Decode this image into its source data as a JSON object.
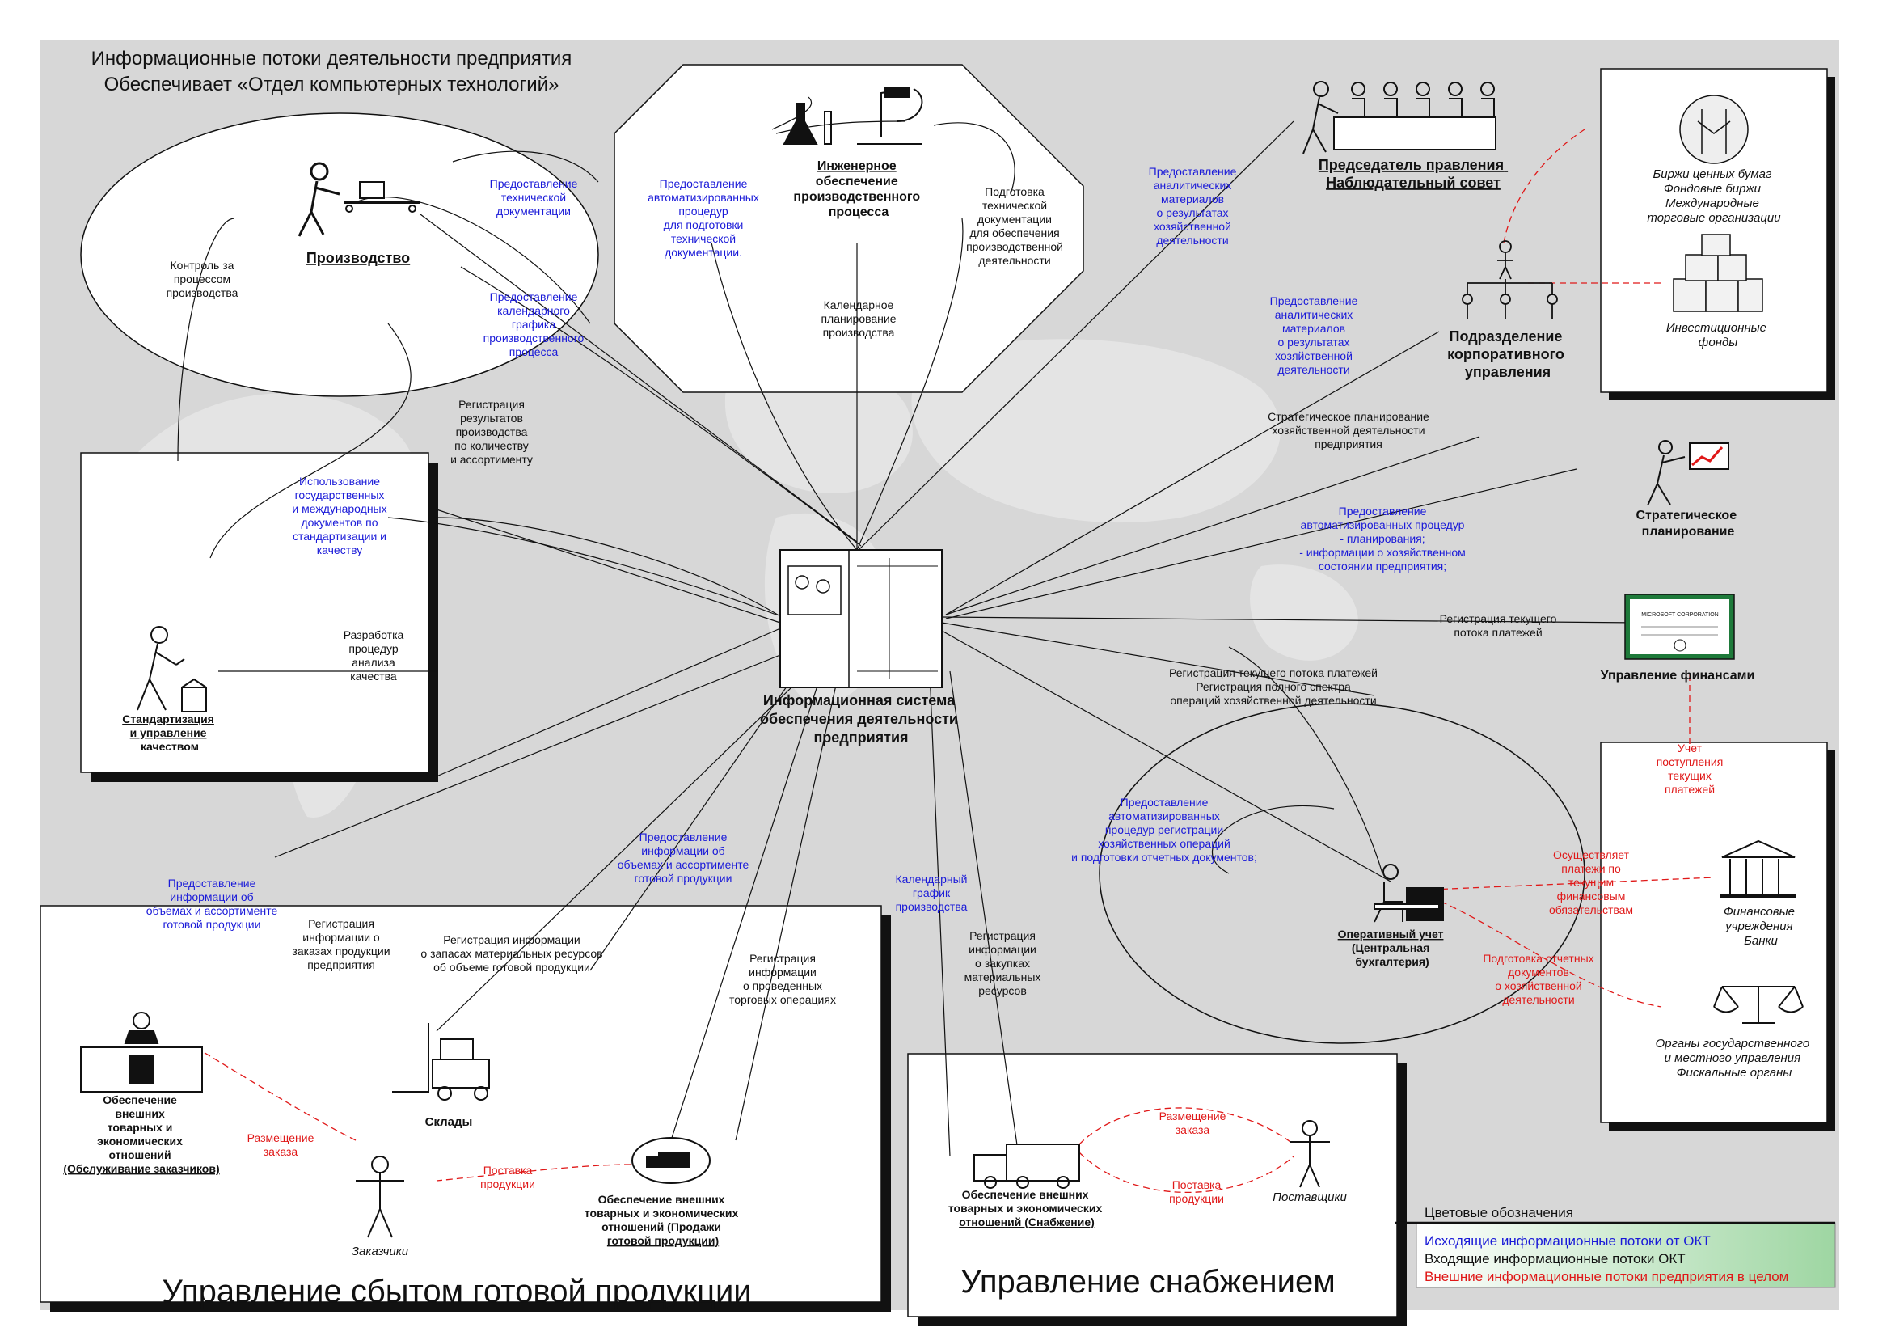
{
  "header": {
    "line1": "Информационные потоки деятельности предприятия",
    "line2": "Обеспечивает «Отдел компьютерных технологий»"
  },
  "colors": {
    "outgoing": "#1a1ad8",
    "incoming": "#111111",
    "external": "#e01818",
    "background": "#d9d9d9",
    "panel": "#ffffff"
  },
  "center": {
    "label": [
      "Информационная система",
      "обеспечения деятельности",
      "предприятия"
    ]
  },
  "nodes": {
    "production": "Производство",
    "engineering": [
      "Инженерное",
      "обеспечение",
      "производственного",
      "процесса"
    ],
    "chairman": [
      "Председатель правления",
      "Наблюдательный совет"
    ],
    "corporate": [
      "Подразделение",
      "корпоративного",
      "управления"
    ],
    "strategic": [
      "Стратегическое",
      "планирование"
    ],
    "finance": "Управление финансами",
    "accounting": [
      "Оперативный учет",
      "(Центральная",
      "бухгалтерия)"
    ],
    "standards": [
      "Стандартизация",
      "и управление",
      "качеством"
    ],
    "customer_service": [
      "Обеспечение",
      "внешних",
      "товарных и",
      "экономических",
      "отношений",
      "(Обслуживание заказчиков)"
    ],
    "warehouses": "Склады",
    "sales_support": [
      "Обеспечение внешних",
      "товарных и экономических",
      "отношений (Продажи",
      "готовой продукции)"
    ],
    "customers": "Заказчики",
    "supply_support": [
      "Обеспечение внешних",
      "товарных и экономических",
      "отношений (Снабжение)"
    ],
    "suppliers": "Поставщики",
    "stock_exchanges": [
      "Биржи ценных бумаг",
      "Фондовые биржи",
      "Международные",
      "торговые организации"
    ],
    "investment_funds": [
      "Инвестиционные",
      "фонды"
    ],
    "banks": [
      "Финансовые",
      "учреждения",
      "Банки"
    ],
    "state_bodies": [
      "Органы государственного",
      "и местного управления",
      "Фискальные органы"
    ],
    "certificate_text": "MICROSOFT CORPORATION"
  },
  "flows": {
    "prod_tech_docs": [
      "Предоставление",
      "технической",
      "документации"
    ],
    "prod_calendar": [
      "Предоставление",
      "календарного",
      "графика",
      "производственного",
      "процесса"
    ],
    "prod_control": [
      "Контроль за",
      "процессом",
      "производства"
    ],
    "prod_results": [
      "Регистрация",
      "результатов",
      "производства",
      "по количеству",
      "и ассортименту"
    ],
    "eng_automation": [
      "Предоставление",
      "автоматизированных",
      "процедур",
      "для подготовки",
      "технической",
      "документации."
    ],
    "eng_calendar": [
      "Календарное",
      "планирование",
      "производства"
    ],
    "eng_prep": [
      "Подготовка",
      "технической",
      "документации",
      "для обеспечения",
      "производственной",
      "деятельности"
    ],
    "chair_analytics": [
      "Предоставление",
      "аналитических",
      "материалов",
      "о результатах",
      "хозяйственной",
      "деятельности"
    ],
    "corp_analytics": [
      "Предоставление",
      "аналитических",
      "материалов",
      "о результатах",
      "хозяйственной",
      "деятельности"
    ],
    "strat_planning": [
      "Стратегическое планирование",
      "хозяйственной деятельности",
      "предприятия"
    ],
    "strat_automation": [
      "Предоставление",
      "автоматизированных процедур",
      "- планирования;",
      "-  информации о хозяйственном",
      "состоянии предприятия;"
    ],
    "fin_payments": [
      "Регистрация текущего",
      "потока платежей"
    ],
    "acc_register": [
      "Регистрация текущего потока платежей",
      "Регистрация полного спектра",
      "операций хозяйственной деятельности"
    ],
    "acc_automation": [
      "Предоставление",
      "автоматизированных",
      "процедур регистрации",
      "хозяйственных операций",
      "и подготовки отчетных документов;"
    ],
    "acc_payments": [
      "Учет",
      "поступления",
      "текущих",
      "платежей"
    ],
    "acc_obligations": [
      "Осуществляет",
      "платежи по",
      "текущим",
      "финансовым",
      "обязательствам"
    ],
    "acc_reports": [
      "Подготовка отчетных",
      "документов",
      "о хозяйственной",
      "деятельности"
    ],
    "std_usage": [
      "Использование",
      "государственных",
      "и международных",
      "документов по",
      "стандартизации и",
      "качеству"
    ],
    "std_procedures": [
      "Разработка",
      "процедур",
      "анализа",
      "качества"
    ],
    "sales_info": [
      "Предоставление",
      "информации об",
      "объемах и ассортименте",
      "готовой продукции"
    ],
    "cust_info": [
      "Предоставление",
      "информации об",
      "объемах и ассортименте",
      "готовой продукции"
    ],
    "cust_orders": [
      "Регистрация",
      "информации о",
      "заказах продукции",
      "предприятия"
    ],
    "stock_info": [
      "Регистрация информации",
      "о запасах материальных ресурсов",
      "об объеме готовой продукции"
    ],
    "trade_info": [
      "Регистрация",
      "информации",
      "о проведенных",
      "торговых операциях"
    ],
    "supply_calendar": [
      "Календарный",
      "график",
      "производства"
    ],
    "supply_purchases": [
      "Регистрация",
      "информации",
      "о закупках",
      "материальных",
      "ресурсов"
    ],
    "place_order_customers": [
      "Размещение",
      "заказа"
    ],
    "delivery_customers": [
      "Поставка",
      "продукции"
    ],
    "place_order_suppliers": [
      "Размещение",
      "заказа"
    ],
    "delivery_suppliers": [
      "Поставка",
      "продукции"
    ]
  },
  "sections": {
    "sales": "Управление сбытом готовой продукции",
    "supply": "Управление снабжением"
  },
  "legend": {
    "title": "Цветовые обозначения",
    "outgoing": "Исходящие информационные потоки от ОКТ",
    "incoming": "Входящие информационные потоки ОКТ",
    "external": "Внешние информационные потоки предприятия в целом"
  }
}
